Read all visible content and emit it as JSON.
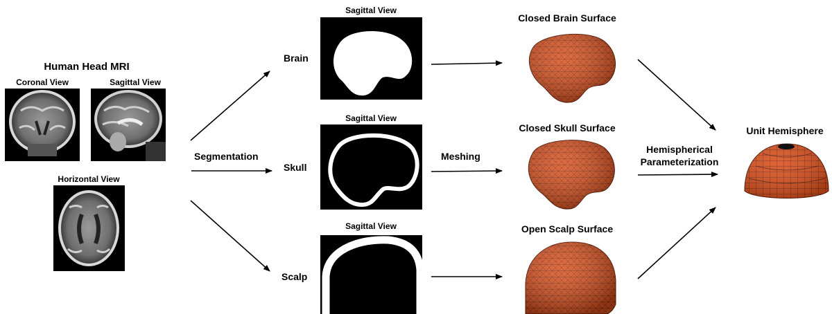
{
  "mri": {
    "title": "Human Head MRI",
    "coronal_label": "Coronal View",
    "sagittal_label": "Sagittal View",
    "horizontal_label": "Horizontal View"
  },
  "steps": {
    "segmentation": "Segmentation",
    "meshing": "Meshing",
    "parameterization_line1": "Hemispherical",
    "parameterization_line2": "Parameterization"
  },
  "tissues": {
    "brain": "Brain",
    "skull": "Skull",
    "scalp": "Scalp",
    "view_label": "Sagittal View"
  },
  "surfaces": {
    "brain": "Closed Brain Surface",
    "skull": "Closed Skull Surface",
    "scalp": "Open Scalp Surface"
  },
  "result": {
    "label": "Unit Hemisphere"
  },
  "colors": {
    "mesh": "#d9501e",
    "mesh_line": "#5a1a08",
    "mask_bg": "#000000",
    "mask_fg": "#ffffff"
  }
}
